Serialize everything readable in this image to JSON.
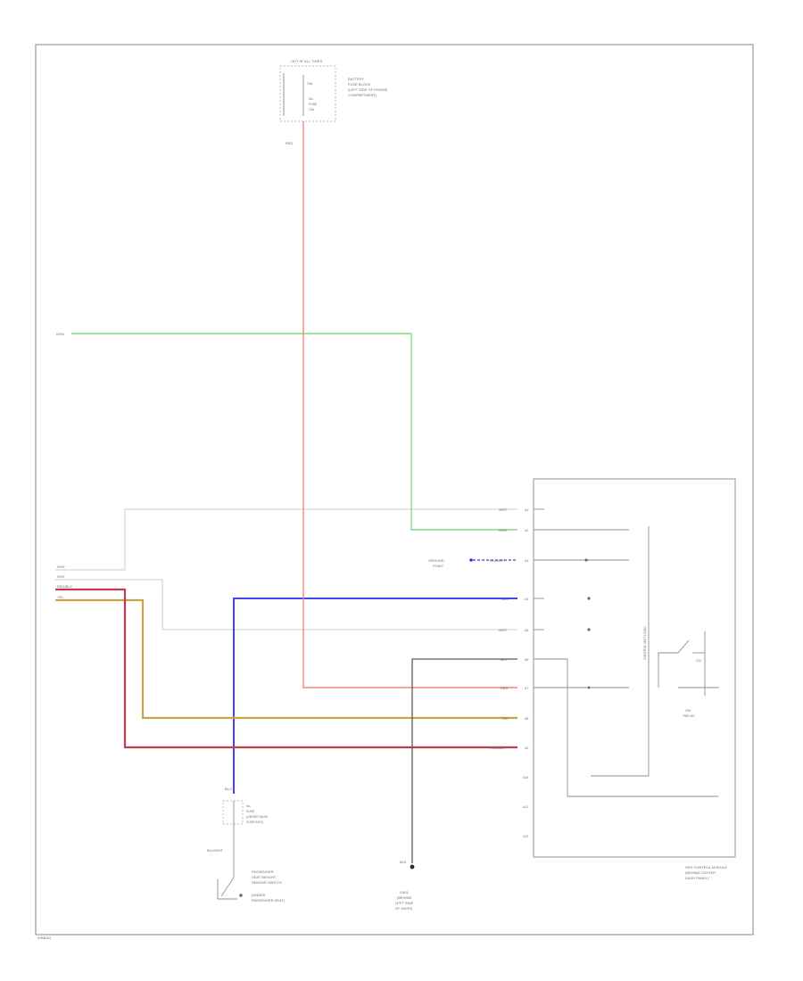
{
  "colors": {
    "red_wire": "#ff8080",
    "green_wire": "#7fe07f",
    "light_gray_wire": "#d6d6d6",
    "blue_wire": "#4444ee",
    "yellow_wire": "#c7a64a",
    "dark_red_wire": "#c43b4c",
    "black_wire": "#4f4f4f",
    "frame": "#9a9a9a"
  },
  "labels": {
    "top_fuse_head": "HOT AT ALL TIMES",
    "top_fuse_pin": "10A",
    "top_fuse_text_1": "BATTERY",
    "top_fuse_text_2": "FUSE BLOCK",
    "top_fuse_text_3": "(LEFT SIDE OF ENGINE",
    "top_fuse_text_4": "COMPARTMENT)",
    "top_fuse_sub_1": "No.",
    "top_fuse_sub_2": "FUSE",
    "top_fuse_sub_3": "10A",
    "wire_red_top": "RED",
    "wire_green_left": "GRN",
    "left_conn_1": "WHT",
    "left_conn_2": "WHT",
    "left_conn_3": "RED/BLK",
    "left_conn_4": "YEL",
    "ctrl_wire_1": "WHT",
    "ctrl_wire_2": "GRN",
    "ctrl_wire_3": "BLU/WHT",
    "ctrl_wire_4": "BLU",
    "ctrl_wire_5": "WHT",
    "ctrl_wire_6": "BLK",
    "ctrl_wire_7": "RED",
    "ctrl_wire_8": "YEL",
    "ctrl_wire_9": "RED/BLK",
    "ctrl_pin_1": "A1",
    "ctrl_pin_2": "A2",
    "ctrl_pin_3": "A3",
    "ctrl_pin_4": "A4",
    "ctrl_pin_5": "A5",
    "ctrl_pin_6": "A6",
    "ctrl_pin_7": "A7",
    "ctrl_pin_8": "A8",
    "ctrl_pin_9": "A9",
    "ctrl_pin_10": "A10",
    "ctrl_pin_11": "A11",
    "ctrl_pin_12": "A12",
    "ground_point_1": "GROUND",
    "ground_point_2": "POINT",
    "control_unit_vertical": "CONTROL UNIT LOGIC",
    "relay_label_1": "ON",
    "relay_label_2": "RELAY",
    "relay_pin": "12V",
    "control_unit_name_1": "SRS CONTROL MODULE",
    "control_unit_name_2": "(BEHIND CENTER",
    "control_unit_name_3": "DASH PANEL)",
    "bottom_fuse_wire": "BLU",
    "bottom_fuse_1": "No.",
    "bottom_fuse_2": "FUSE",
    "bottom_fuse_3": "(UNDER DASH",
    "bottom_fuse_4": "FUSE BOX)",
    "bottom_fuse_wire_2": "BLU/WHT",
    "switch_1": "PASSENGER",
    "switch_2": "SEAT WEIGHT",
    "switch_3": "SENSOR SWITCH",
    "switch_4": "(UNDER",
    "switch_5": "PASSENGER SEAT)",
    "ground_wire": "BLK",
    "ground_1": "G401",
    "ground_2": "(BEHIND",
    "ground_3": "LEFT SIDE",
    "ground_4": "OF DASH)",
    "footer": "AIRBAG"
  }
}
